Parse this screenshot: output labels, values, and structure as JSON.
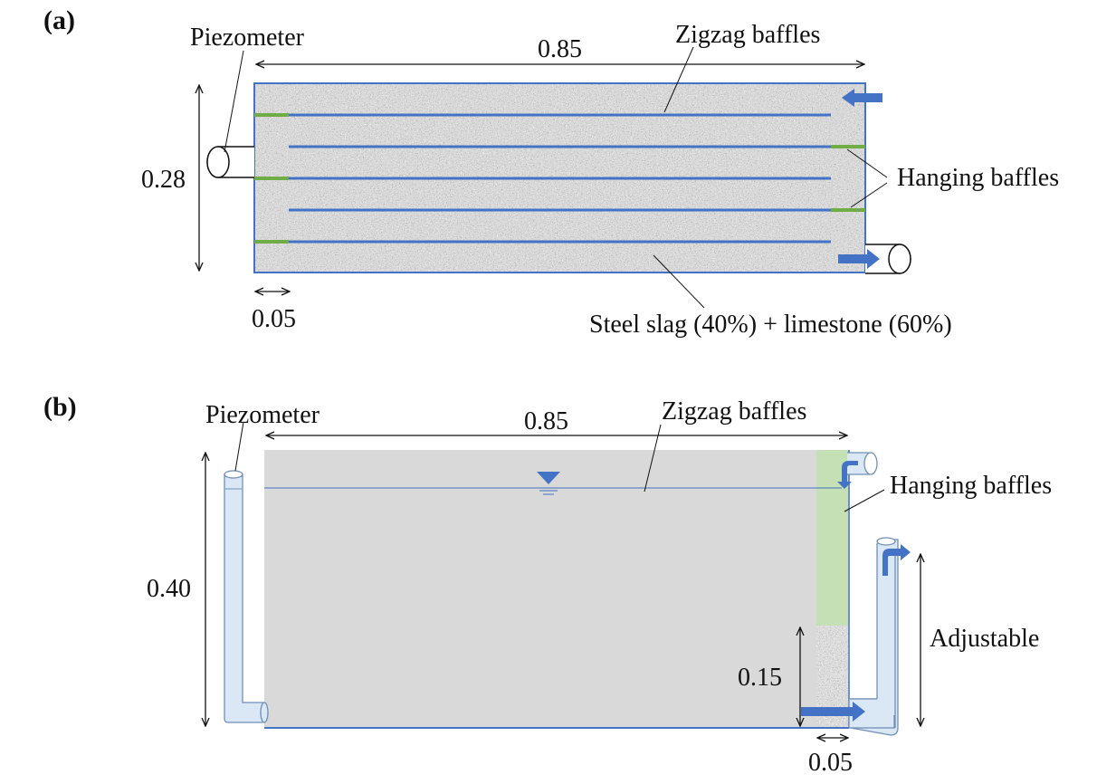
{
  "panel_a": {
    "label": "(a)",
    "piezometer_label": "Piezometer",
    "zigzag_label": "Zigzag baffles",
    "hanging_label": "Hanging baffles",
    "media_label": "Steel slag (40%) + limestone (60%)",
    "dim_length": "0.85",
    "dim_width": "0.28",
    "dim_spacing": "0.05"
  },
  "panel_b": {
    "label": "(b)",
    "piezometer_label": "Piezometer",
    "zigzag_label": "Zigzag baffles",
    "hanging_label": "Hanging baffles",
    "adjustable_label": "Adjustable",
    "dim_length": "0.85",
    "dim_height": "0.40",
    "dim_media_height": "0.15",
    "dim_spacing": "0.05"
  },
  "colors": {
    "baffle_blue": "#4472c4",
    "hanging_green": "#70ad47",
    "water_gray": "#d9d9d9",
    "baffle_zone_green": "#c5e0b4",
    "pipe_fill": "#dae8f6"
  }
}
